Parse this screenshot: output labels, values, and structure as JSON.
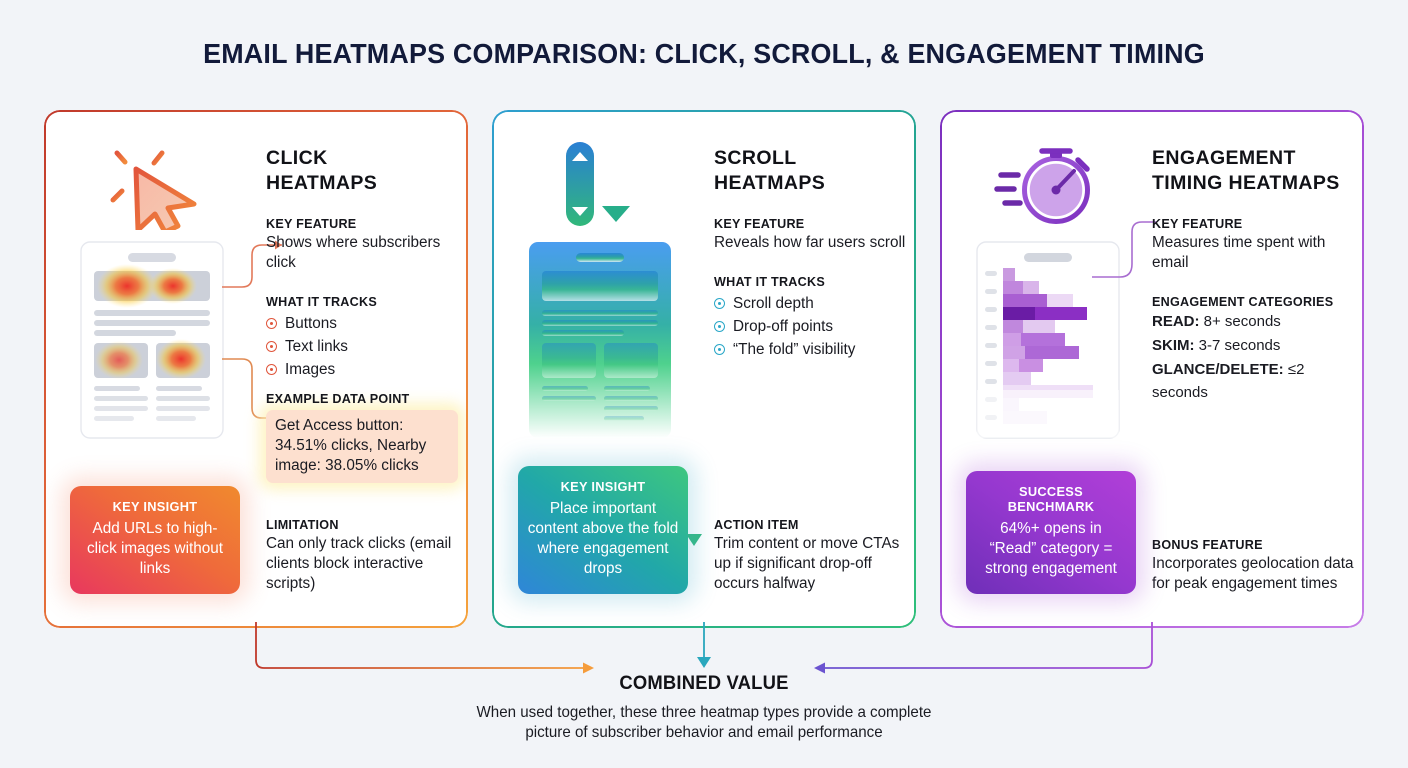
{
  "title": "EMAIL HEATMAPS COMPARISON: CLICK, SCROLL, & ENGAGEMENT TIMING",
  "colors": {
    "background": "#f2f4f8",
    "title_text": "#121a3a",
    "click_accent": "#e0563c",
    "click_border_from": "#c0392b",
    "click_border_to": "#f5a33c",
    "scroll_accent": "#2aa7c8",
    "scroll_border_from": "#2f9fd0",
    "scroll_border_to": "#2fbf7a",
    "timing_accent": "#9538cf",
    "timing_border_from": "#7b2fbe",
    "timing_border_to": "#c77de8",
    "datapoint_bg": "#fde0cf"
  },
  "cards": [
    {
      "id": "click",
      "icon_name": "cursor-click-icon",
      "title": "CLICK\nHEATMAPS",
      "title_line1": "CLICK",
      "title_line2": "HEATMAPS",
      "key_feature_label": "KEY FEATURE",
      "key_feature_text": "Shows where subscribers click",
      "tracks_label": "WHAT IT TRACKS",
      "tracks": [
        "Buttons",
        "Text links",
        "Images"
      ],
      "extra_label": "EXAMPLE DATA POINT",
      "extra_text": "Get Access button: 34.51% clicks, Nearby image: 38.05% clicks",
      "bottom_label": "LIMITATION",
      "bottom_text": "Can only track clicks (email clients block interactive scripts)",
      "badge_title": "KEY INSIGHT",
      "badge_text": "Add URLs to high-click images without links"
    },
    {
      "id": "scroll",
      "icon_name": "scrollbar-arrow-icon",
      "title_line1": "SCROLL",
      "title_line2": "HEATMAPS",
      "key_feature_label": "KEY FEATURE",
      "key_feature_text": "Reveals how far users scroll",
      "tracks_label": "WHAT IT TRACKS",
      "tracks": [
        "Scroll depth",
        "Drop-off points",
        "“The fold” visibility"
      ],
      "bottom_label": "ACTION ITEM",
      "bottom_text": "Trim content or move CTAs up if significant drop-off occurs halfway",
      "badge_title": "KEY INSIGHT",
      "badge_text": "Place important content above the fold where engagement drops"
    },
    {
      "id": "timing",
      "icon_name": "stopwatch-icon",
      "title_line1": "ENGAGEMENT",
      "title_line2": "TIMING HEATMAPS",
      "key_feature_label": "KEY FEATURE",
      "key_feature_text": "Measures time spent with email",
      "categories_label": "ENGAGEMENT CATEGORIES",
      "categories": [
        {
          "name": "READ:",
          "value": " 8+ seconds"
        },
        {
          "name": "SKIM:",
          "value": " 3-7 seconds"
        },
        {
          "name": "GLANCE/DELETE:",
          "value": " ≤2 seconds"
        }
      ],
      "bottom_label": "BONUS FEATURE",
      "bottom_text": "Incorporates geolocation data for peak engagement times",
      "badge_title": "SUCCESS BENCHMARK",
      "badge_text": "64%+ opens in “Read” category = strong engagement"
    }
  ],
  "combined": {
    "title": "COMBINED VALUE",
    "subtitle_line1": "When used together, these three heatmap types provide a complete",
    "subtitle_line2": "picture of subscriber behavior and email performance"
  }
}
